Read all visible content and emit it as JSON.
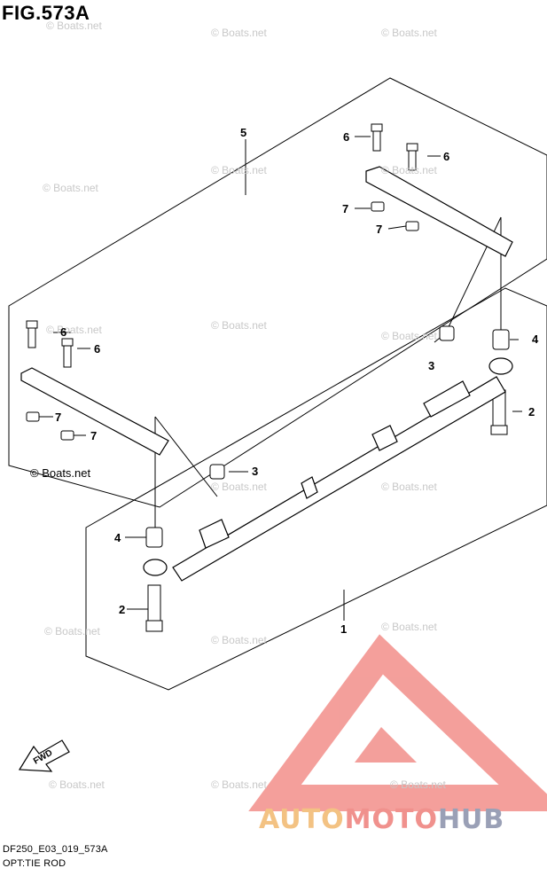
{
  "figure": {
    "title": "FIG.573A",
    "code": "DF250_E03_019_573A",
    "subtitle": "OPT:TIE ROD"
  },
  "watermark": {
    "text": "© Boats.net",
    "color": "#c8c8c8"
  },
  "callouts": {
    "c1": "1",
    "c2a": "2",
    "c2b": "2",
    "c3a": "3",
    "c3b": "3",
    "c4a": "4",
    "c4b": "4",
    "c5": "5",
    "c6a": "6",
    "c6b": "6",
    "c6c": "6",
    "c6d": "6",
    "c7a": "7",
    "c7b": "7",
    "c7c": "7",
    "c7d": "7"
  },
  "fwd": {
    "label": "FWD",
    "icon": "forward-arrow-icon"
  },
  "logo": {
    "part1": "AUTO",
    "part2": "MOTO",
    "part3": "HUB",
    "colors": {
      "gold": "#f3c283",
      "red": "#f0918d",
      "gray": "#9aa0b6"
    },
    "icon": "automotohub-logo-icon"
  }
}
